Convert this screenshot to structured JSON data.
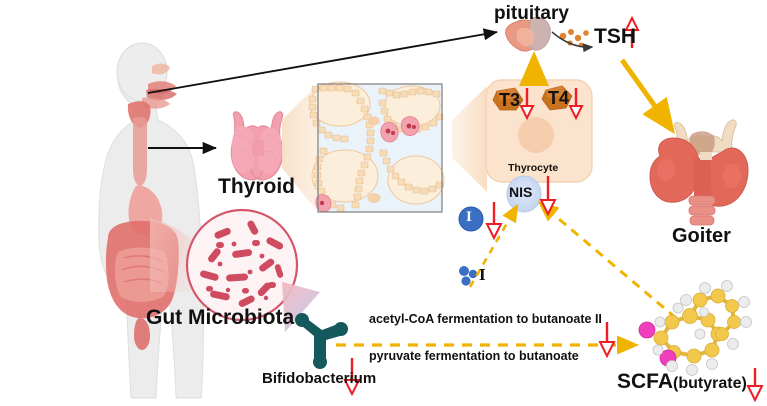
{
  "diagram": {
    "title_text_elements": {
      "pituitary": "pituitary",
      "tsh": "TSH",
      "t3": "T3",
      "t4": "T4",
      "thyrocyte": "Thyrocyte",
      "nis": "NIS",
      "iodide_large": "I",
      "iodide_small": "I",
      "thyroid": "Thyroid",
      "goiter": "Goiter",
      "gut_microbiota": "Gut Microbiota",
      "bifidobacterium": "Bifidobacterium",
      "scfa_main": "SCFA",
      "scfa_paren": "(butyrate)",
      "pathway_top": "acetyl-CoA fermentation to butanoate II",
      "pathway_bottom": "pyruvate fermentation to butanoate"
    },
    "regulation_arrows": [
      {
        "name": "tsh-up-arrow",
        "target": "TSH",
        "direction": "up",
        "color": "#ee1c25"
      },
      {
        "name": "t3-down-arrow",
        "target": "T3",
        "direction": "down",
        "color": "#ee1c25"
      },
      {
        "name": "t4-down-arrow",
        "target": "T4",
        "direction": "down",
        "color": "#ee1c25"
      },
      {
        "name": "nis-down-arrow",
        "target": "NIS",
        "direction": "down",
        "color": "#ee1c25"
      },
      {
        "name": "iodide-down-arrow",
        "target": "I",
        "direction": "down",
        "color": "#ee1c25"
      },
      {
        "name": "bifidobacterium-down-arrow",
        "target": "Bifidobacterium",
        "direction": "down",
        "color": "#ee1c25"
      },
      {
        "name": "butanoate-down-arrow",
        "target": "pathway",
        "direction": "down",
        "color": "#ee1c25"
      },
      {
        "name": "scfa-down-arrow",
        "target": "SCFA",
        "direction": "down",
        "color": "#ee1c25"
      }
    ],
    "colors": {
      "red_arrow": "#ee1c25",
      "gold_arrow": "#f0b400",
      "black_line": "#111111",
      "cell_fill": "#fbe3cd",
      "cell_border": "#f6d3b4",
      "thyroid_pink": "#f2a0ad",
      "goiter_red": "#e2685a",
      "bacteria_teal": "#14595c",
      "iodide_blue": "#3a6fc4",
      "body_grey": "#ececec",
      "gut_red": "#e06a66",
      "molecule_yellow": "#f2c94c",
      "molecule_oxygen": "#ef3fbd",
      "molecule_hydrogen": "#e8e8e8"
    },
    "flows": [
      {
        "name": "brain-to-pituitary",
        "style": "solid-black",
        "from": "head",
        "to": "pituitary"
      },
      {
        "name": "body-to-thyroid",
        "style": "solid-black",
        "from": "neck",
        "to": "Thyroid"
      },
      {
        "name": "t3t4-to-pituitary",
        "style": "solid-gold",
        "from": "thyrocyte",
        "to": "pituitary"
      },
      {
        "name": "tsh-to-goiter",
        "style": "solid-gold",
        "from": "TSH",
        "to": "Goiter"
      },
      {
        "name": "scfa-to-nis",
        "style": "dashed-gold",
        "from": "SCFA",
        "to": "NIS"
      },
      {
        "name": "iodide-to-nis",
        "style": "dashed-gold",
        "from": "I",
        "to": "NIS"
      },
      {
        "name": "bifidobacterium-to-scfa",
        "style": "dashed-gold",
        "from": "Bifidobacterium",
        "to": "SCFA"
      }
    ]
  }
}
